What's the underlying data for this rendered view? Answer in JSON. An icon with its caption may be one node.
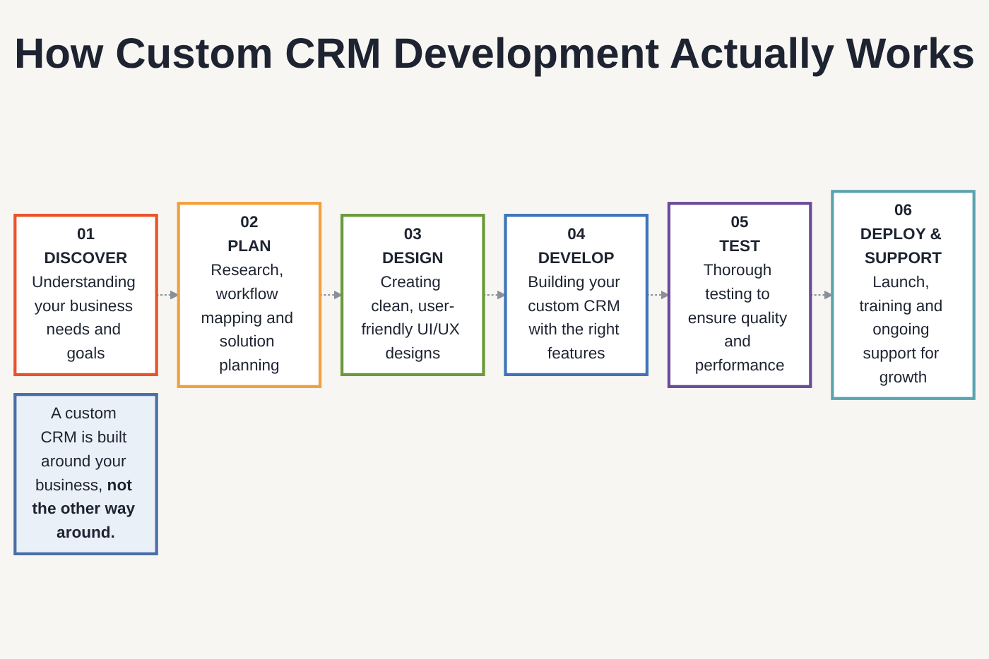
{
  "diagram": {
    "title": "How Custom CRM Development Actually Works",
    "nodes": [
      {
        "text": [
          "01",
          "DISCOVER",
          "Understanding your business needs and goals"
        ]
      },
      {
        "text": [
          "02",
          "PLAN",
          "Research, workflow mapping and solution planning"
        ]
      },
      {
        "text": [
          "03",
          "DESIGN",
          "Creating clean, user-friendly UI/UX designs"
        ]
      },
      {
        "text": [
          "04",
          "DEVELOP",
          "Building your custom CRM with the right features"
        ]
      },
      {
        "text": [
          "05",
          "TEST",
          "Thorough testing to ensure quality and performance"
        ]
      },
      {
        "text": [
          "06",
          "DEPLOY & SUPPORT",
          "Launch, training and ongoing support for growth"
        ]
      },
      {
        "text": [
          "A custom CRM is built around your business, **not the other way around.**"
        ]
      }
    ],
    "edges": [
      {
        "from": 0,
        "to": 1,
        "arrow": "to",
        "style": "dashed"
      },
      {
        "from": 1,
        "to": 2,
        "arrow": "to",
        "style": "dashed"
      },
      {
        "from": 2,
        "to": 3,
        "arrow": "to",
        "style": "dashed"
      },
      {
        "from": 3,
        "to": 4,
        "arrow": "to",
        "style": "dashed"
      },
      {
        "from": 4,
        "to": 5,
        "arrow": "to",
        "style": "dashed"
      }
    ]
  }
}
